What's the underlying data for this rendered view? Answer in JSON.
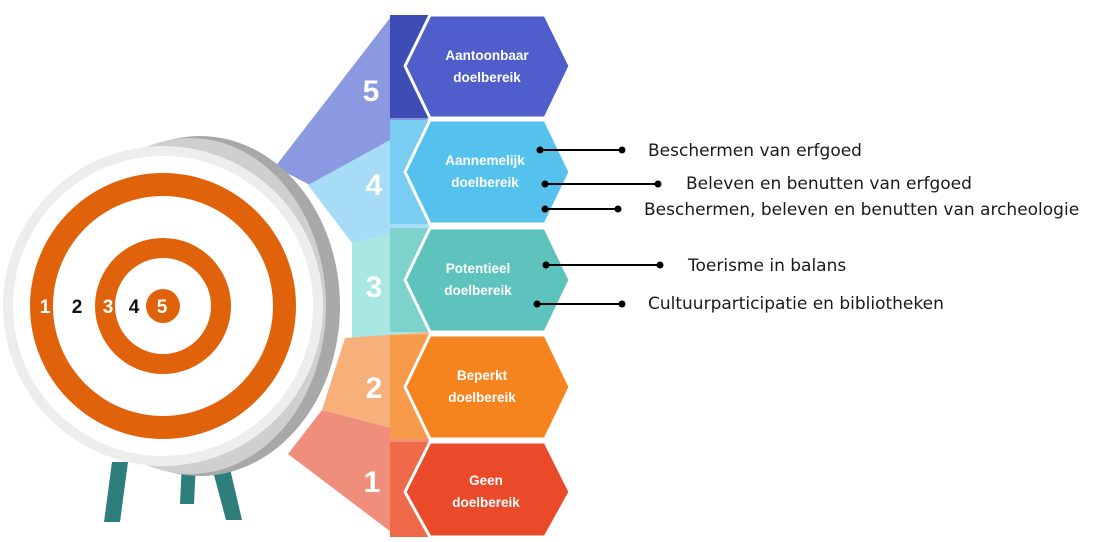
{
  "colors": {
    "target_orange": "#e0620a",
    "level_5": "#4f5ecb",
    "level_4": "#55c2ee",
    "level_3": "#5fc3bd",
    "level_2": "#f5841f",
    "level_1": "#ea4a2a",
    "stand": "#2e7e7c"
  },
  "target": {
    "ring_numbers": [
      "1",
      "2",
      "3",
      "4",
      "5"
    ]
  },
  "levels": [
    {
      "number": "5",
      "line1": "Aantoonbaar",
      "line2": "doelbereik"
    },
    {
      "number": "4",
      "line1": "Aannemelijk",
      "line2": "doelbereik"
    },
    {
      "number": "3",
      "line1": "Potentieel",
      "line2": "doelbereik"
    },
    {
      "number": "2",
      "line1": "Beperkt",
      "line2": "doelbereik"
    },
    {
      "number": "1",
      "line1": "Geen",
      "line2": "doelbereik"
    }
  ],
  "annotations": [
    {
      "text": "Beschermen van erfgoed",
      "level": "4"
    },
    {
      "text": "Beleven en benutten van erfgoed",
      "level": "4"
    },
    {
      "text": "Beschermen, beleven en benutten van archeologie",
      "level": "4"
    },
    {
      "text": "Toerisme in balans",
      "level": "3"
    },
    {
      "text": "Cultuurparticipatie en bibliotheken",
      "level": "3"
    }
  ]
}
